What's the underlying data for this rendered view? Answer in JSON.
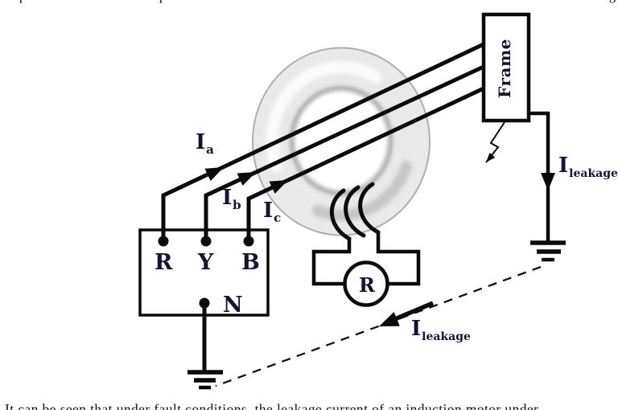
{
  "figure": {
    "kind": "core-balance current transformer leakage-protection circuit diagram"
  },
  "cropped_top_line": {
    "fragments": [
      "p",
      "p",
      "g"
    ]
  },
  "cropped_bottom_line": {
    "text": "It can be seen that under fault conditions, the leakage current of an induction motor under"
  },
  "supply_box": {
    "terminal_r": "R",
    "terminal_y": "Y",
    "terminal_b": "B",
    "neutral": "N"
  },
  "currents": {
    "ia": {
      "base": "I",
      "sub": "a"
    },
    "ib": {
      "base": "I",
      "sub": "b"
    },
    "ic": {
      "base": "I",
      "sub": "c"
    },
    "leakage_right": {
      "base": "I",
      "sub": "leakage"
    },
    "leakage_bottom": {
      "base": "I",
      "sub": "leakage"
    }
  },
  "relay": {
    "label": "R"
  },
  "frame": {
    "label": "Frame"
  },
  "colors": {
    "ink_text": "#14142e",
    "line_black": "#0b0b0b",
    "torus_body": "#e9e9e9",
    "torus_shadow": "#8e8e8e",
    "torus_highlight": "#ffffff",
    "background": "#ffffff"
  }
}
